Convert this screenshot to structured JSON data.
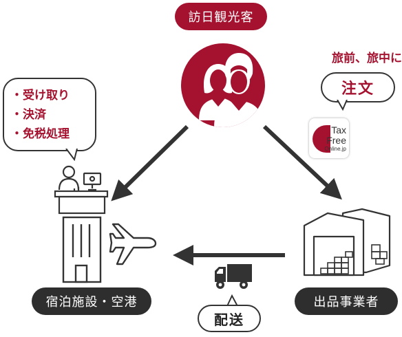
{
  "labels": {
    "visitors": "訪日観光客",
    "lodging": "宿泊施設・空港",
    "seller": "出品事業者"
  },
  "order": {
    "caption": "旅前、旅中に",
    "label": "注文"
  },
  "tasks": {
    "items": [
      "・受け取り",
      "・決済",
      "・免税処理"
    ]
  },
  "delivery": {
    "label": "配送"
  },
  "logo": {
    "line1": "Tax",
    "line2": "Free",
    "line3": "Online.jp"
  },
  "colors": {
    "accent": "#a5122f",
    "dark": "#2e2e2e",
    "icon": "#333333"
  },
  "icons": {
    "visitors": "couple-avatar-icon",
    "reception": "reception-desk-icon",
    "hotel": "building-icon",
    "plane": "airplane-icon",
    "warehouse": "warehouse-icon",
    "truck": "delivery-truck-icon",
    "arrow": "arrow-icon"
  }
}
